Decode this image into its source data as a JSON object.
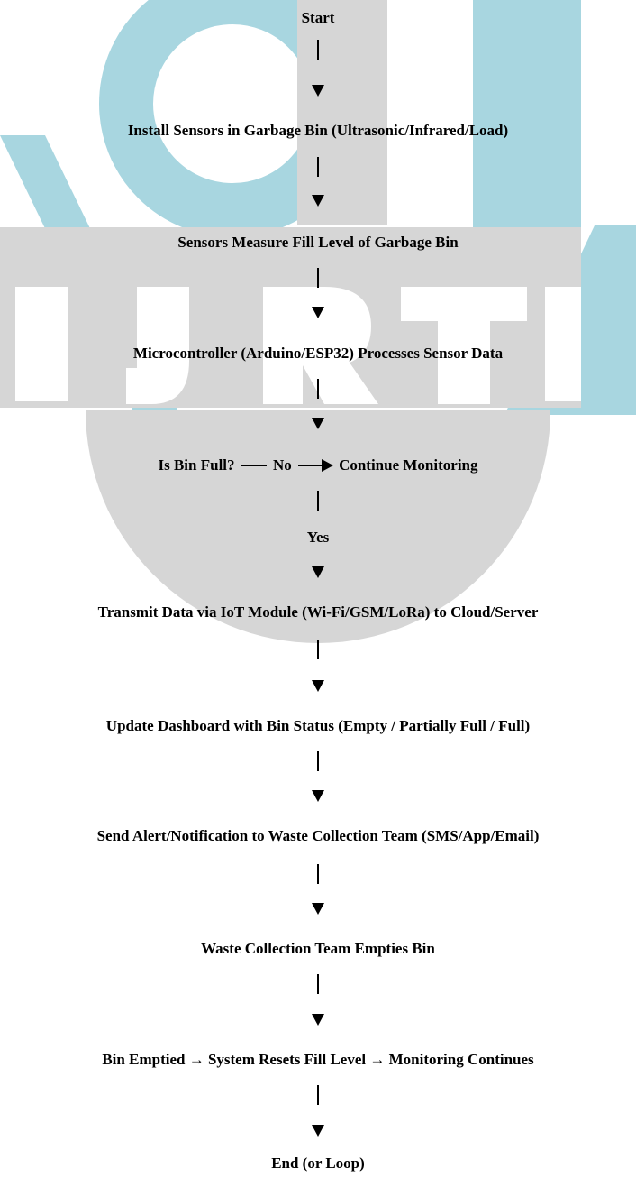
{
  "watermark": {
    "text": "IJRTI",
    "color": "#a8d6e0",
    "gray": "#d6d6d6"
  },
  "steps": {
    "start": "Start",
    "install": "Install Sensors in Garbage Bin (Ultrasonic/Infrared/Load)",
    "measure": "Sensors Measure Fill Level of Garbage Bin",
    "process": "Microcontroller (Arduino/ESP32) Processes Sensor Data",
    "decision": "Is Bin Full?",
    "no_label": "No",
    "continue": "Continue Monitoring",
    "yes_label": "Yes",
    "transmit": "Transmit Data via IoT Module (Wi-Fi/GSM/LoRa) to Cloud/Server",
    "dashboard": "Update Dashboard with Bin Status (Empty / Partially Full / Full)",
    "alert": "Send Alert/Notification to Waste Collection Team (SMS/App/Email)",
    "empties": "Waste Collection Team Empties Bin",
    "reset": "Bin Emptied → System Resets Fill Level → Monitoring Continues",
    "end": "End (or Loop)"
  }
}
